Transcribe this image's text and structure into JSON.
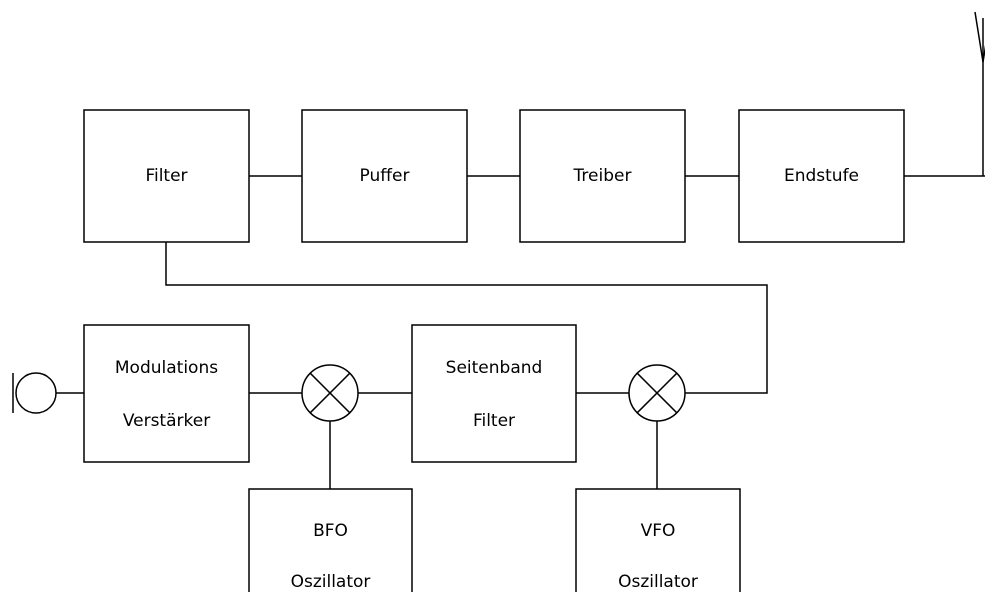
{
  "blocks": {
    "filter": "Filter",
    "puffer": "Puffer",
    "treiber": "Treiber",
    "endstufe": "Endstufe",
    "modulations_verstaerker": [
      "Modulations",
      "Verstärker"
    ],
    "seitenband_filter": [
      "Seitenband",
      "Filter"
    ],
    "bfo_oszillator": [
      "BFO",
      "Oszillator"
    ],
    "vfo_oszillator": [
      "VFO",
      "Oszillator"
    ]
  },
  "symbols": {
    "input": "microphone-icon",
    "mixer": "mixer-icon",
    "output": "antenna-icon"
  },
  "colors": {
    "stroke": "#000000",
    "background": "#ffffff"
  }
}
